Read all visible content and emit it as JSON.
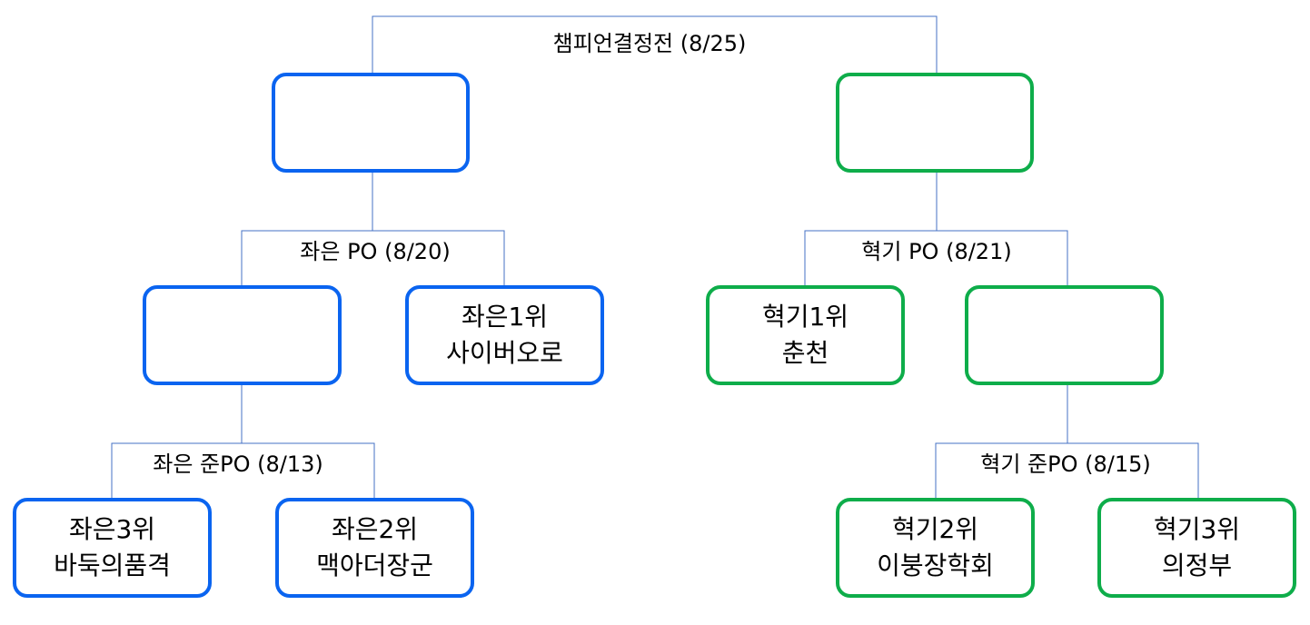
{
  "colors": {
    "left_bracket": "#0a64f0",
    "right_bracket": "#0ead4a",
    "connector": "#4472c4"
  },
  "rounds": {
    "final": "챔피언결정전 (8/25)",
    "left_po": "좌은 PO (8/20)",
    "right_po": "혁기 PO (8/21)",
    "left_semi_po": "좌은 준PO (8/13)",
    "right_semi_po": "혁기 준PO (8/15)"
  },
  "teams": {
    "left_final": {
      "seed": "",
      "name": ""
    },
    "right_final": {
      "seed": "",
      "name": ""
    },
    "left_po_winner": {
      "seed": "",
      "name": ""
    },
    "left_1": {
      "seed": "좌은1위",
      "name": "사이버오로"
    },
    "right_1": {
      "seed": "혁기1위",
      "name": "춘천"
    },
    "right_po_winner": {
      "seed": "",
      "name": ""
    },
    "left_3": {
      "seed": "좌은3위",
      "name": "바둑의품격"
    },
    "left_2": {
      "seed": "좌은2위",
      "name": "맥아더장군"
    },
    "right_2": {
      "seed": "혁기2위",
      "name": "이붕장학회"
    },
    "right_3": {
      "seed": "혁기3위",
      "name": "의정부"
    }
  }
}
